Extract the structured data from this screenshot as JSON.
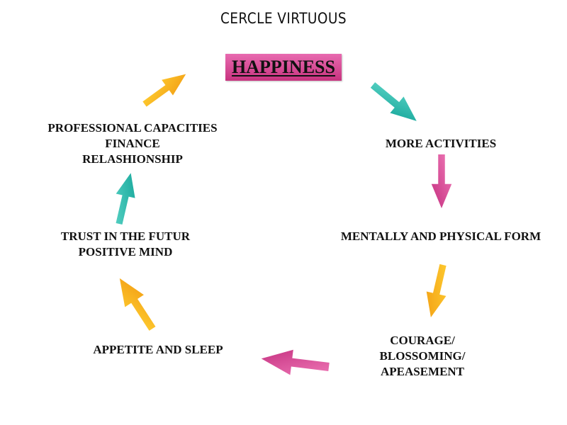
{
  "title": "CERCLE VIRTUOUS",
  "hub": "HAPPINESS",
  "nodes": [
    {
      "lines": [
        "MORE ACTIVITIES"
      ]
    },
    {
      "lines": [
        "MENTALLY AND PHYSICAL FORM"
      ]
    },
    {
      "lines": [
        "COURAGE/",
        "BLOSSOMING/",
        "APEASEMENT"
      ]
    },
    {
      "lines": [
        "APPETITE AND SLEEP"
      ]
    },
    {
      "lines": [
        "TRUST IN THE FUTUR",
        "POSITIVE MIND"
      ]
    },
    {
      "lines": [
        "PROFESSIONAL CAPACITIES",
        "FINANCE",
        "RELASHIONSHIP"
      ]
    }
  ],
  "colors": {
    "hub": "#d8468f",
    "teal": "#19b3a6",
    "magenta": "#d13b8c",
    "orange": "#f5aa1a"
  }
}
